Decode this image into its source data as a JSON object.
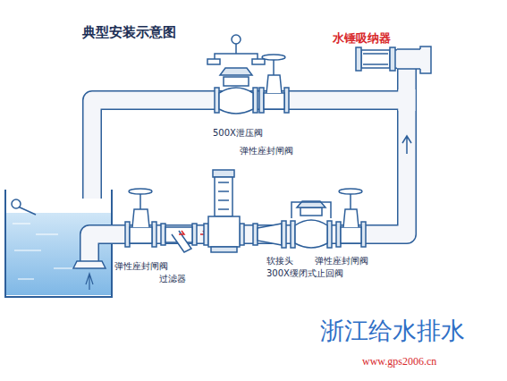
{
  "diagram": {
    "title": "典型安装示意图",
    "labels": [
      "水锤吸纳器",
      "500X泄压阀",
      "弹性座封闸阀",
      "弹性座封闸阀",
      "过滤器",
      "软接头",
      "300X缓闭式止回阀",
      "弹性座封闸阀",
      "浙江给水排水",
      "www.gps2006.cn"
    ]
  }
}
